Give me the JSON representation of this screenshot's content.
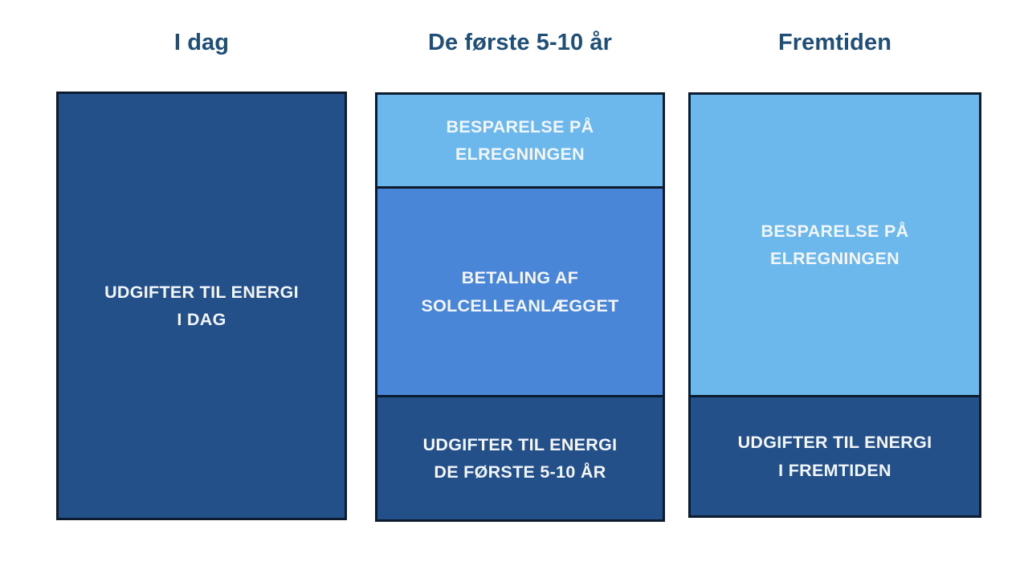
{
  "palette": {
    "background": "#FFFFFF",
    "title_blue": "#1F4E79",
    "navy": "#24508A",
    "mid_blue": "#4A86D8",
    "light_blue": "#6CB8EC",
    "border": "#0D1B2E",
    "label_text": "#F2F6FA"
  },
  "columns": [
    {
      "title": "I dag",
      "segments": [
        {
          "tone": "navy",
          "line1": "UDGIFTER TIL ENERGI",
          "line2": "I DAG"
        }
      ]
    },
    {
      "title": "De første 5-10 år",
      "segments": [
        {
          "tone": "light",
          "line1": "BESPARELSE PÅ",
          "line2": "ELREGNINGEN"
        },
        {
          "tone": "mid",
          "line1": "BETALING AF",
          "line2": "SOLCELLEANLÆGGET"
        },
        {
          "tone": "navy",
          "line1": "UDGIFTER TIL ENERGI",
          "line2": "DE FØRSTE 5-10 ÅR"
        }
      ]
    },
    {
      "title": "Fremtiden",
      "segments": [
        {
          "tone": "light",
          "line1": "BESPARELSE PÅ",
          "line2": "ELREGNINGEN"
        },
        {
          "tone": "navy",
          "line1": "UDGIFTER TIL ENERGI",
          "line2": "I FREMTIDEN"
        }
      ]
    }
  ]
}
